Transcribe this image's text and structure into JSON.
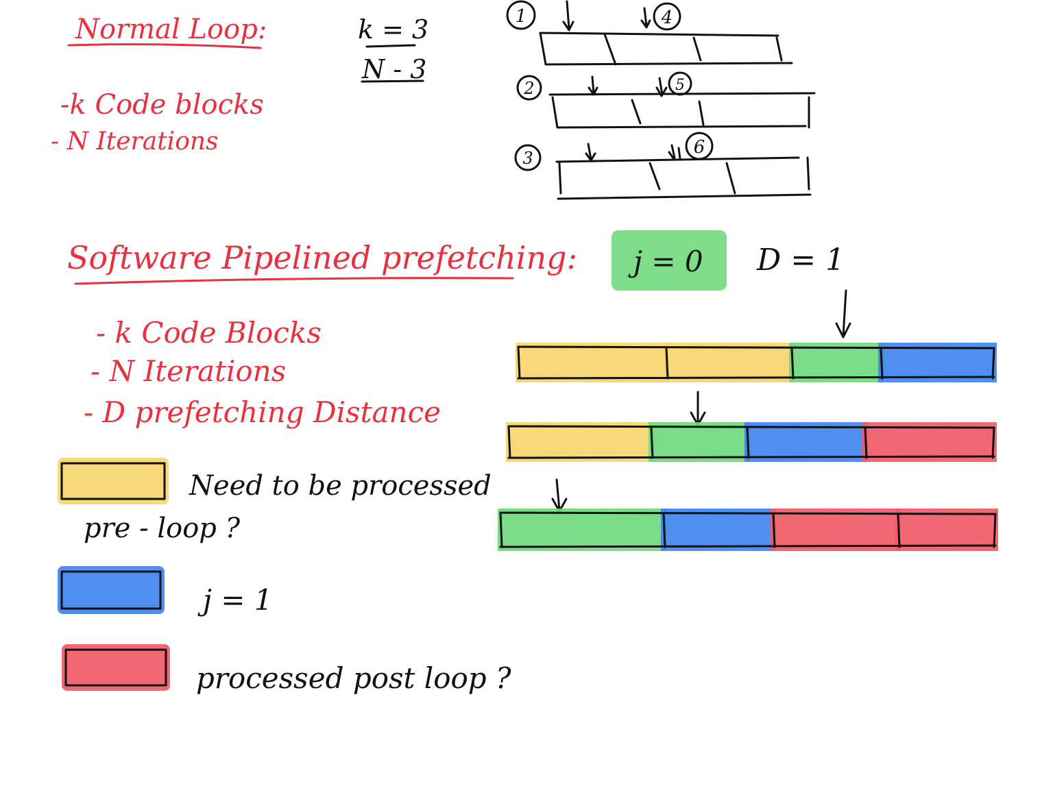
{
  "normal_loop": {
    "title": "Normal Loop:",
    "items": [
      "-k Code blocks",
      "- N Iterations"
    ],
    "k_label": "k = 3",
    "n_label": "N - 3",
    "rows": [
      {
        "num": "1",
        "mark": "4"
      },
      {
        "num": "2",
        "mark": "5"
      },
      {
        "num": "3",
        "mark": "6"
      }
    ]
  },
  "pipelined": {
    "title": "Software Pipelined prefetching:",
    "items": [
      "- k Code Blocks",
      "- N Iterations",
      "- D prefetching Distance"
    ],
    "j_label": "j = 0",
    "d_label": "D = 1",
    "bars": [
      [
        "yellow",
        "yellow",
        "green",
        "blue"
      ],
      [
        "yellow",
        "green",
        "blue",
        "red"
      ],
      [
        "green",
        "blue",
        "red",
        "red"
      ]
    ]
  },
  "legend": [
    {
      "color": "yellow",
      "text": "Need to be processed",
      "text2": "pre - loop ?"
    },
    {
      "color": "blue",
      "text": "j = 1",
      "text2": ""
    },
    {
      "color": "red",
      "text": "processed post loop ?",
      "text2": ""
    }
  ],
  "colors": {
    "yellow": "#f7d56e",
    "green": "#6fd97c",
    "blue": "#3f86f0",
    "red": "#f05b66",
    "title_red": "#e8303f",
    "ink": "#111111"
  }
}
